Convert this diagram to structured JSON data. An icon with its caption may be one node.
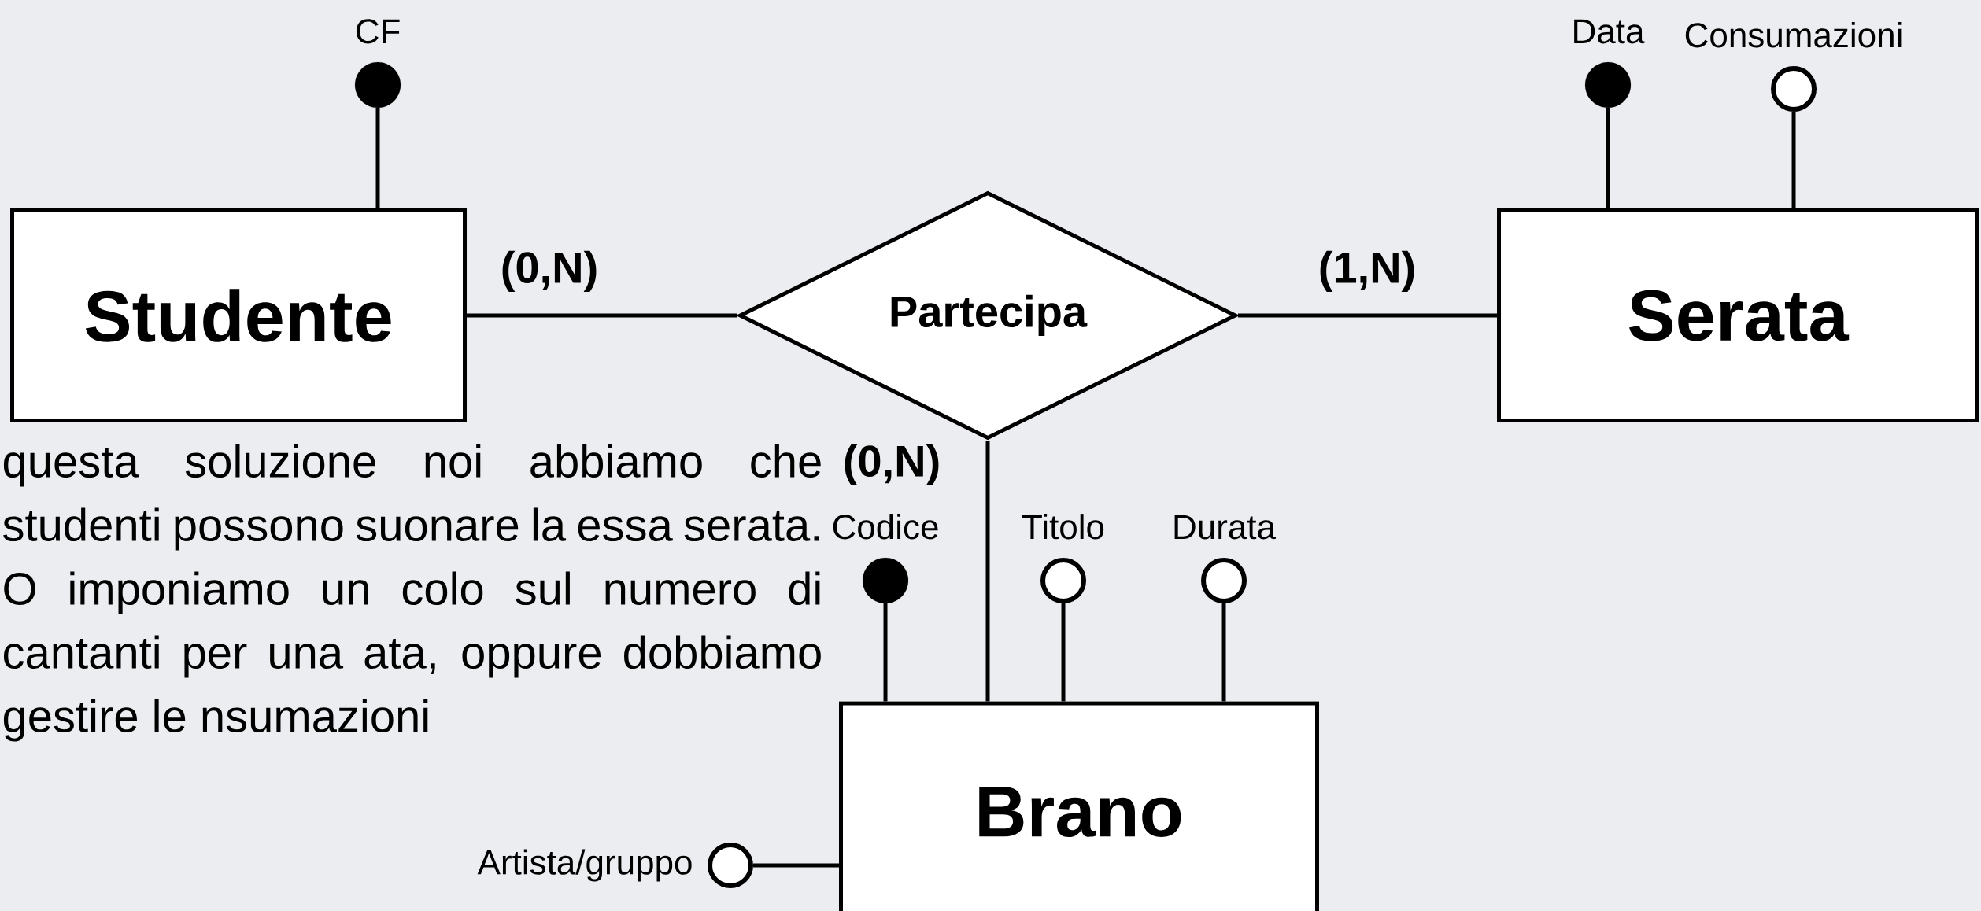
{
  "diagram": {
    "nodes": [
      {
        "text": [
          "Studente"
        ]
      },
      {
        "text": [
          "Partecipa"
        ]
      },
      {
        "text": [
          "Serata"
        ]
      },
      {
        "text": [
          "Brano"
        ]
      },
      {
        "text": [],
        "shape": "dot",
        "beside": [
          "CF"
        ]
      },
      {
        "text": [],
        "shape": "dot",
        "beside": [
          "Data"
        ]
      },
      {
        "text": [],
        "shape": "circle",
        "beside": [
          "Consumazioni"
        ]
      },
      {
        "text": [],
        "shape": "dot",
        "beside": [
          "Codice"
        ]
      },
      {
        "text": [],
        "shape": "circle",
        "beside": [
          "Titolo"
        ]
      },
      {
        "text": [],
        "shape": "circle",
        "beside": [
          "Durata"
        ]
      },
      {
        "text": [],
        "shape": "circle",
        "beside": [
          "Artista/gruppo"
        ]
      }
    ],
    "edges": [
      {
        "from": 0,
        "to": 1,
        "arrow": "none",
        "label": "(0,N)"
      },
      {
        "from": 1,
        "to": 2,
        "arrow": "none",
        "label": "(1,N)"
      },
      {
        "from": 1,
        "to": 3,
        "arrow": "none",
        "label": "(0,N)"
      },
      {
        "from": 0,
        "to": 4,
        "arrow": "none"
      },
      {
        "from": 2,
        "to": 5,
        "arrow": "none"
      },
      {
        "from": 2,
        "to": 6,
        "arrow": "none"
      },
      {
        "from": 3,
        "to": 7,
        "arrow": "none"
      },
      {
        "from": 3,
        "to": 8,
        "arrow": "none"
      },
      {
        "from": 3,
        "to": 9,
        "arrow": "none"
      },
      {
        "from": 3,
        "to": 10,
        "arrow": "none"
      }
    ],
    "labels": [
      "questa soluzione noi abbiamo che studenti possono suonare la essa serata. O imponiamo un colo sul numero di cantanti per una ata, oppure dobbiamo gestire le nsumazioni"
    ]
  }
}
